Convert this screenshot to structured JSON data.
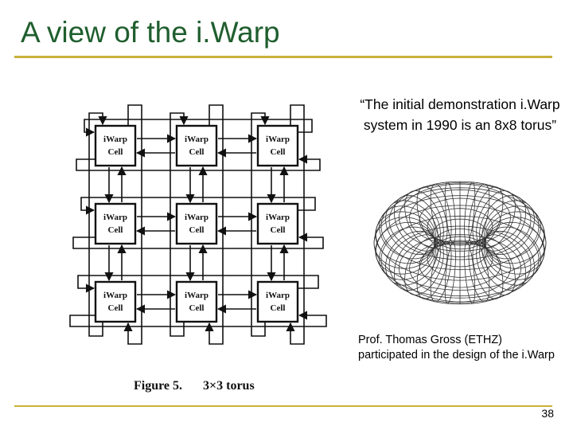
{
  "slide": {
    "title": "A view of the i.Warp",
    "quote": "“The initial demonstration i.Warp system in 1990 is an 8x8 torus”",
    "credit": "Prof. Thomas Gross (ETHZ) participated in the design of the i.Warp",
    "page_number": "38"
  },
  "figure": {
    "cell_line1": "iWarp",
    "cell_line2": "Cell",
    "caption_label": "Figure 5.",
    "caption_text": "3×3 torus",
    "rows": 3,
    "cols": 3
  },
  "colors": {
    "title": "#1f5e2e",
    "rule": "#c8b13a"
  }
}
